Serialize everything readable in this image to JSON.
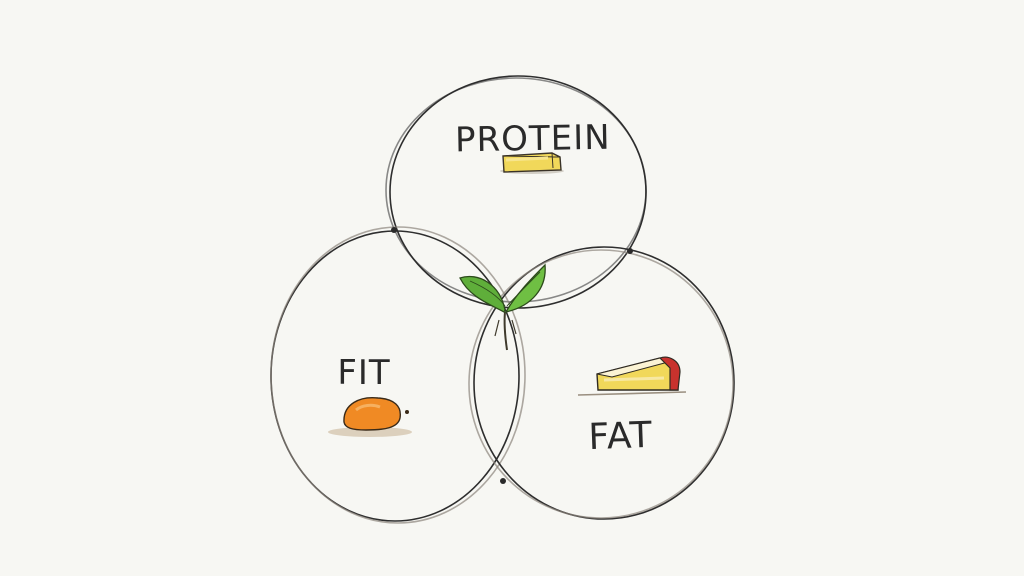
{
  "diagram": {
    "type": "venn-sketch",
    "labels": {
      "top": "PROTEIN",
      "left": "FIT",
      "right": "FAT"
    },
    "colors": {
      "background": "#f7f7f3",
      "ink": "#2a2a2a",
      "leaf_green": "#5fae3a",
      "cheese_yellow": "#f1d85a",
      "food_orange": "#f08a24",
      "cake_red": "#c8322d"
    },
    "icons": {
      "top": "cheese-bar-icon",
      "left": "orange-nugget-icon",
      "right": "cake-slice-icon",
      "center": "leaf-sprout-icon"
    }
  }
}
